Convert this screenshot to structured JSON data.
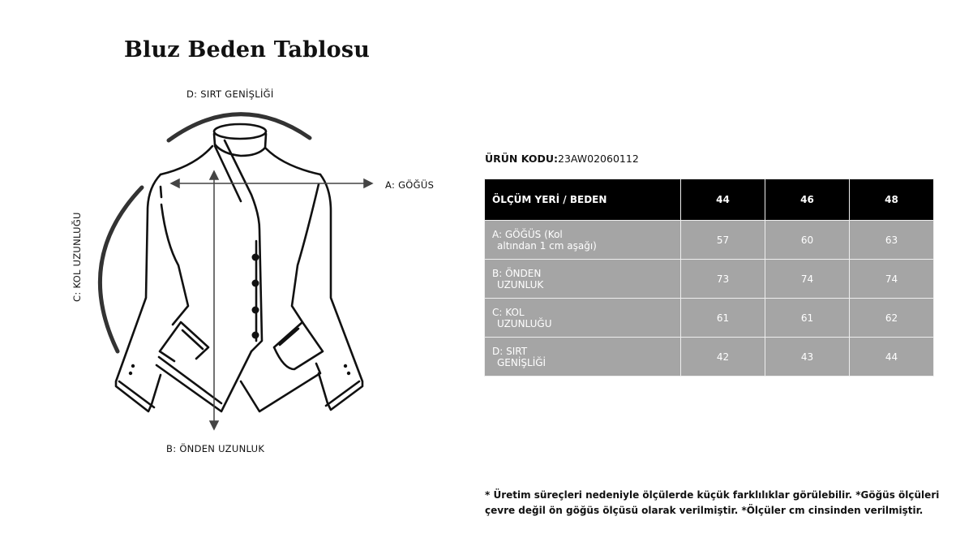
{
  "title": "Bluz Beden Tablosu",
  "diagram": {
    "label_d": "D: SIRT  GENİŞLİĞİ",
    "label_a": "A: GÖĞÜS",
    "label_c": "C: KOL UZUNLUĞU",
    "label_b": "B: ÖNDEN UZUNLUK"
  },
  "product": {
    "code_label": "ÜRÜN KODU:",
    "code_value": "23AW02060112"
  },
  "table": {
    "header": {
      "label": "ÖLÇÜM YERİ / BEDEN",
      "sizes": [
        "44",
        "46",
        "48"
      ]
    },
    "rows": [
      {
        "line1": "A: GÖĞÜS (Kol",
        "line2": "altından 1 cm aşağı)",
        "values": [
          "57",
          "60",
          "63"
        ]
      },
      {
        "line1": "B: ÖNDEN",
        "line2": "UZUNLUK",
        "values": [
          "73",
          "74",
          "74"
        ]
      },
      {
        "line1": "C: KOL",
        "line2": "UZUNLUĞU",
        "values": [
          "61",
          "61",
          "62"
        ]
      },
      {
        "line1": "D: SIRT",
        "line2": "GENİŞLİĞİ",
        "values": [
          "42",
          "43",
          "44"
        ]
      }
    ]
  },
  "footnote": {
    "line1": "* Üretim süreçleri nedeniyle ölçülerde küçük farklılıklar görülebilir. *Göğüs ölçüleri",
    "line2": "çevre değil ön göğüs ölçüsü olarak verilmiştir. *Ölçüler cm cinsinden verilmiştir."
  }
}
